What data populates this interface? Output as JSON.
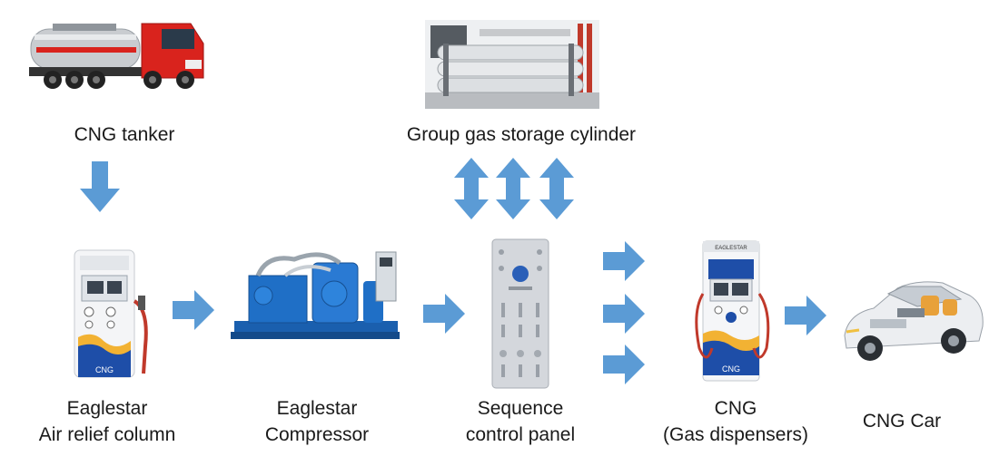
{
  "nodes": {
    "tanker": {
      "label": "CNG tanker",
      "icon": "tanker-truck-image"
    },
    "storage": {
      "label": "Group gas storage cylinder",
      "icon": "storage-cylinder-image"
    },
    "relief": {
      "line1": "Eaglestar",
      "line2": "Air relief column",
      "icon": "relief-column-image"
    },
    "compressor": {
      "line1": "Eaglestar",
      "line2": "Compressor",
      "icon": "compressor-image"
    },
    "panel": {
      "line1": "Sequence",
      "line2": "control panel",
      "icon": "control-panel-image"
    },
    "dispenser": {
      "line1": "CNG",
      "line2": "(Gas dispensers)",
      "icon": "dispenser-image"
    },
    "car": {
      "label": "CNG Car",
      "icon": "car-image"
    }
  },
  "badges": {
    "cng_text": "CNG",
    "dispenser_brand": "EAGLESTAR"
  },
  "colors": {
    "arrow": "#5b9bd5",
    "truck_cab": "#d9231d",
    "tank": "#c9ccd0",
    "compressor": "#1f6fc6",
    "panel": "#d4d7dc",
    "dispenser_accent": "#1e4ea8"
  }
}
